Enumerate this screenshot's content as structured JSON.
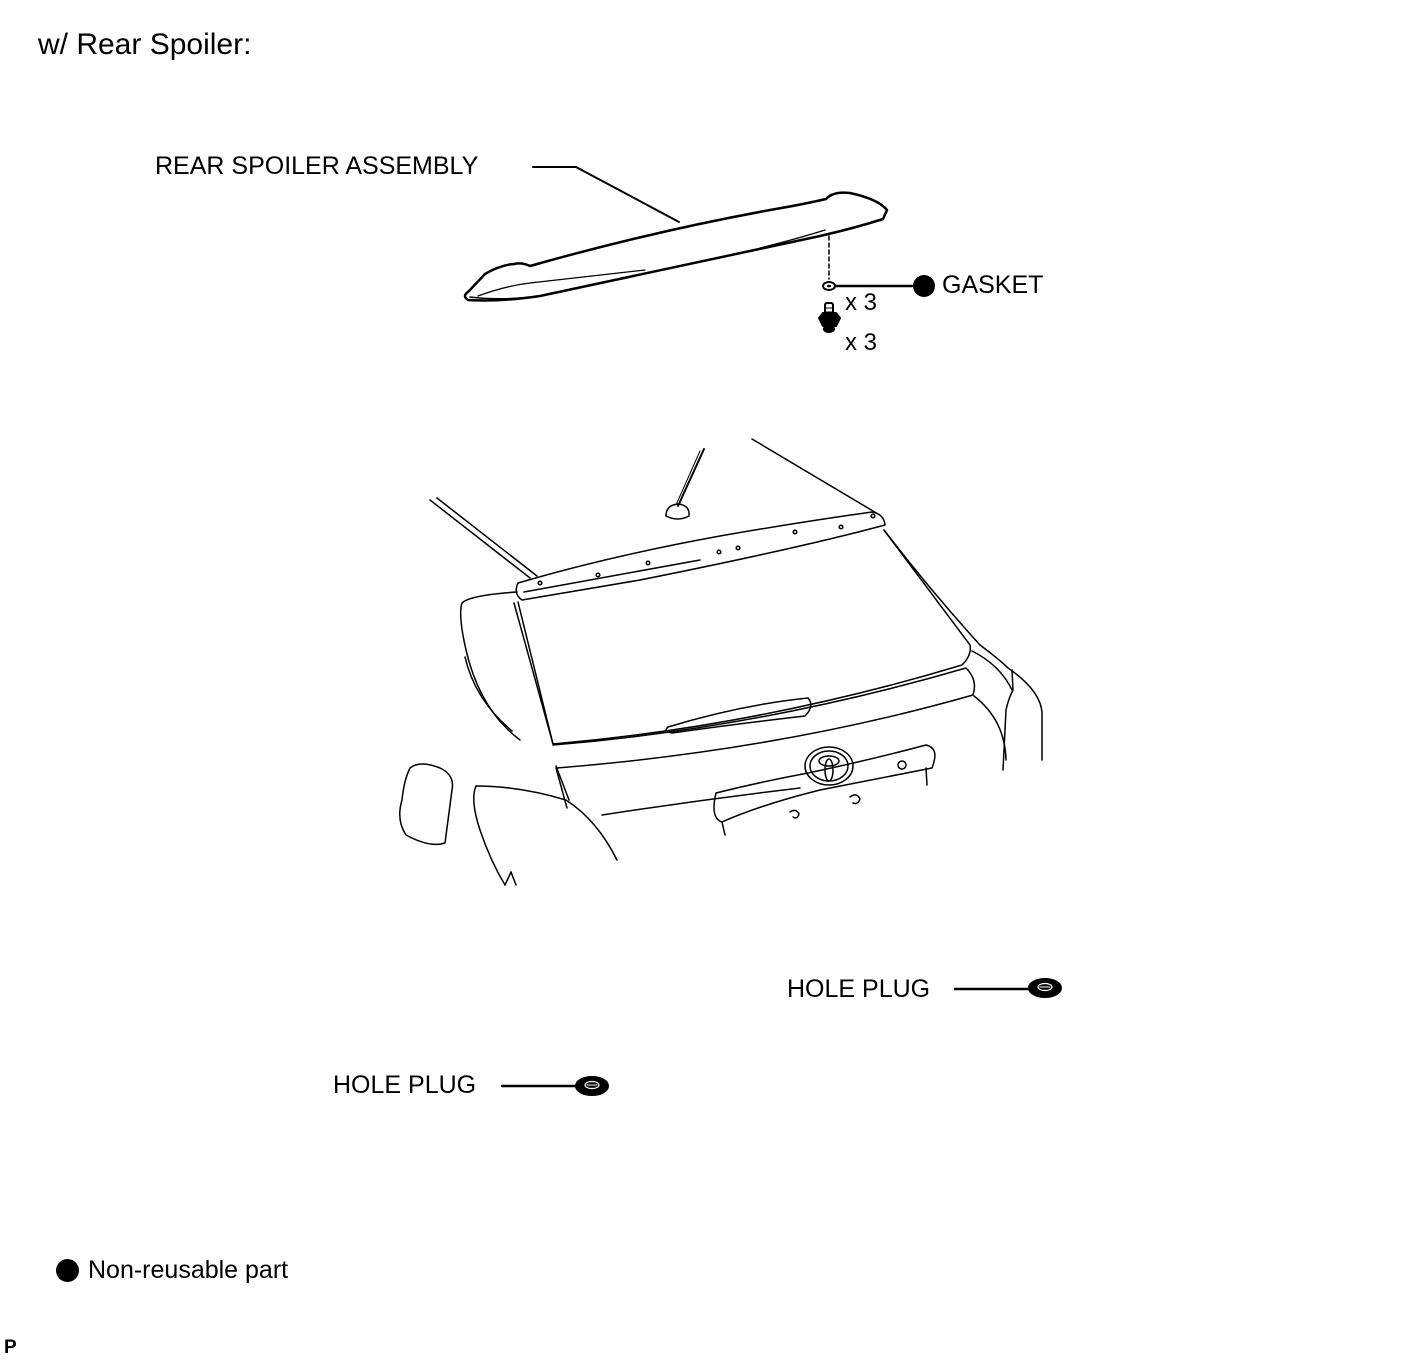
{
  "heading": "w/ Rear Spoiler:",
  "labels": {
    "rear_spoiler_assembly": "REAR SPOILER ASSEMBLY",
    "gasket": "GASKET",
    "gasket_qty": "x 3",
    "bolt_qty": "x 3",
    "hole_plug_right": "HOLE PLUG",
    "hole_plug_left": "HOLE PLUG"
  },
  "legend": {
    "symbol": "filled-circle",
    "text": "Non-reusable part"
  },
  "figure_code": "P",
  "colors": {
    "line": "#000000",
    "background": "#ffffff"
  }
}
